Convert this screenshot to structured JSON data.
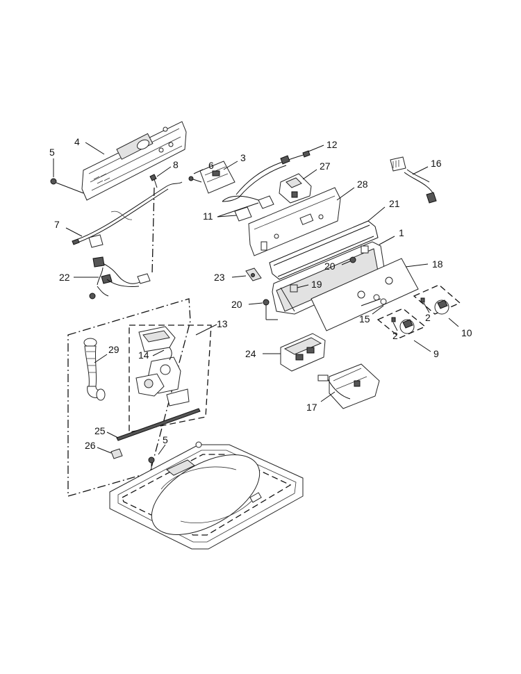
{
  "callouts": {
    "c1": "1",
    "c2a": "2",
    "c2b": "2",
    "c3": "3",
    "c4": "4",
    "c5a": "5",
    "c5b": "5",
    "c6": "6",
    "c7": "7",
    "c8": "8",
    "c9": "9",
    "c10": "10",
    "c11": "11",
    "c12": "12",
    "c14": "14",
    "c13": "13",
    "c15": "15",
    "c16": "16",
    "c17": "17",
    "c18": "18",
    "c19": "19",
    "c20a": "20",
    "c20b": "20",
    "c21": "21",
    "c22": "22",
    "c23": "23",
    "c24": "24",
    "c25": "25",
    "c26": "26",
    "c27": "27",
    "c28": "28",
    "c29": "29"
  }
}
